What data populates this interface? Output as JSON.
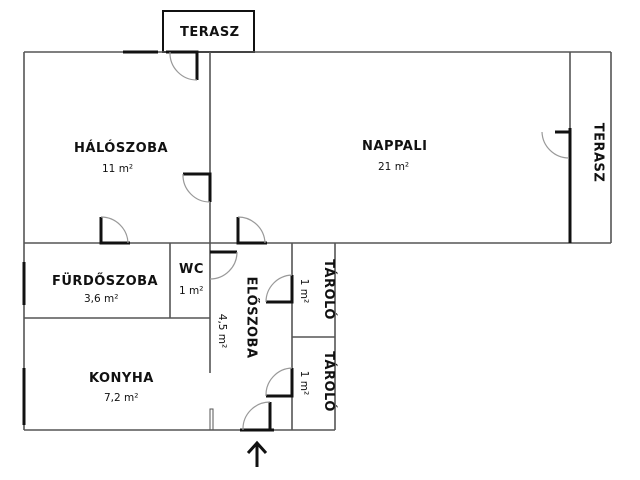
{
  "plan": {
    "rooms": [
      {
        "id": "terasz-top",
        "name": "TERASZ",
        "area": ""
      },
      {
        "id": "haloszoba",
        "name": "HÁLÓSZOBA",
        "area": "11 m²"
      },
      {
        "id": "nappali",
        "name": "NAPPALI",
        "area": "21 m²"
      },
      {
        "id": "terasz-right",
        "name": "TERASZ",
        "area": ""
      },
      {
        "id": "furdoszoba",
        "name": "FÜRDŐSZOBA",
        "area": "3,6 m²"
      },
      {
        "id": "wc",
        "name": "WC",
        "area": "1 m²"
      },
      {
        "id": "eloszoba",
        "name": "ELŐSZOBA",
        "area": "4,5 m²"
      },
      {
        "id": "tarolo-1",
        "name": "TÁROLÓ",
        "area": "1 m²"
      },
      {
        "id": "tarolo-2",
        "name": "TÁROLÓ",
        "area": "1 m²"
      },
      {
        "id": "konyha",
        "name": "KONYHA",
        "area": "7,2 m²"
      }
    ],
    "entrance_icon": "arrow-up-icon",
    "colors": {
      "wall": "#555555",
      "door": "#111111",
      "swing": "#999999"
    }
  }
}
